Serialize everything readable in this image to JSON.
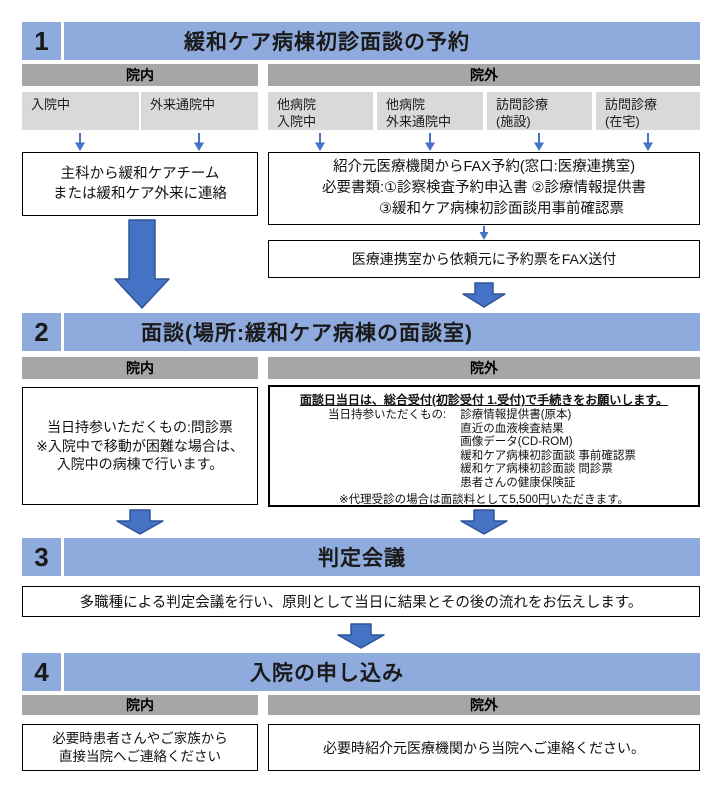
{
  "colors": {
    "band_blue": "#8FAADC",
    "header_gray": "#A6A6A6",
    "cell_gray": "#D9D9D9",
    "arrow_fill": "#4472C4",
    "arrow_edge": "#2F5597",
    "box_border": "#000000"
  },
  "s1": {
    "number": "1",
    "title": "緩和ケア病棟初診面談の予約",
    "innai": "院内",
    "ingai": "院外",
    "cells": {
      "c1": "入院中",
      "c2": "外来通院中",
      "c3a": "他病院",
      "c3b": "入院中",
      "c4a": "他病院",
      "c4b": "外来通院中",
      "c5a": "訪問診療",
      "c5b": "(施設)",
      "c6a": "訪問診療",
      "c6b": "(在宅)"
    },
    "left_box": {
      "line1": "主科から緩和ケアチーム",
      "line2": "または緩和ケア外来に連絡"
    },
    "right_box": {
      "line1": "紹介元医療機関からFAX予約(窓口:医療連携室)",
      "line2": "必要書類:①診察検査予約申込書 ②診療情報提供書",
      "line3": "③緩和ケア病棟初診面談用事前確認票"
    },
    "fax_box": "医療連携室から依頼元に予約票をFAX送付"
  },
  "s2": {
    "number": "2",
    "title": "面談(場所:緩和ケア病棟の面談室)",
    "innai": "院内",
    "ingai": "院外",
    "left_box": {
      "line1": "当日持参いただくもの:問診票",
      "line2": "※入院中で移動が困難な場合は、",
      "line3": "入院中の病棟で行います。"
    },
    "right_box": {
      "header": "面談日当日は、総合受付(初診受付 1.受付)で手続きをお願いします。",
      "label": "当日持参いただくもの:",
      "items": [
        "診療情報提供書(原本)",
        "直近の血液検査結果",
        "画像データ(CD-ROM)",
        "緩和ケア病棟初診面談 事前確認票",
        "緩和ケア病棟初診面談 問診票",
        "患者さんの健康保険証"
      ],
      "note": "※代理受診の場合は面談料として5,500円いただきます。"
    }
  },
  "s3": {
    "number": "3",
    "title": "判定会議",
    "box": "多職種による判定会議を行い、原則として当日に結果とその後の流れをお伝えします。"
  },
  "s4": {
    "number": "4",
    "title": "入院の申し込み",
    "innai": "院内",
    "ingai": "院外",
    "left_box": {
      "line1": "必要時患者さんやご家族から",
      "line2": "直接当院へご連絡ください"
    },
    "right_box": "必要時紹介元医療機関から当院へご連絡ください。"
  }
}
